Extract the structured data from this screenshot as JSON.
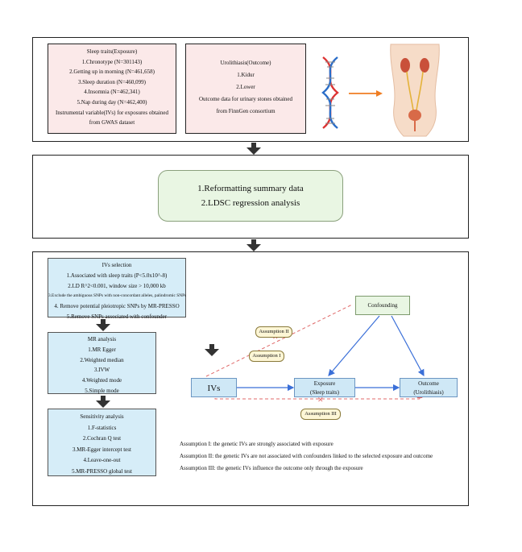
{
  "top": {
    "exposure": {
      "title": "Sleep traits(Exposure)",
      "items": [
        "1.Chronotype  (N=301143)",
        "2.Getting up in morning  (N=461,658)",
        "3.Sleep duration  (N=460,099)",
        "4.Insomnia  (N=462,341)",
        "5.Nap during day  (N=462,400)",
        "Instrumental variable(IVs) for exposures obtained",
        "from GWAS dataset"
      ]
    },
    "outcome": {
      "title": "Urolithiasis(Outcome)",
      "items": [
        "1.Kidur",
        "2.Lower",
        "Outcome  data for urinary stones obtained",
        "from FinnGen consortium"
      ]
    }
  },
  "middle": {
    "lines": [
      "1.Reformatting summary data",
      "2.LDSC regression analysis"
    ]
  },
  "bottom": {
    "ivs": {
      "title": "IVs selection",
      "items": [
        "1.Associated with sleep traits (P<5.0x10^-8)",
        "2.LD R^2<0.001, window size > 10,000 kb",
        "3.Exclude the ambiguous SNPs with non-concordant alleles, palindromic SNPs",
        "4. Remove potential pleiotropic SNPs by MR-PRESSO",
        "5.Remove SNPs associated with confounder"
      ]
    },
    "mr": {
      "title": "MR analysis",
      "items": [
        "1.MR Egger",
        "2.Weighted median",
        "3.IVW",
        "4.Weighted mode",
        "5.Simple mode"
      ]
    },
    "sens": {
      "title": "Sensitivity analysis",
      "items": [
        "1.F-statistics",
        "2.Cochran Q test",
        "3.MR-Egger intercept test",
        "4.Leave-one-out",
        "5.MR-PRESSO global test"
      ]
    },
    "dag": {
      "ivs": "IVs",
      "exposure": [
        "Exposure",
        "(Sleep traits)"
      ],
      "outcome": [
        "Outcome",
        "(Urolithiasis)"
      ],
      "confounding": "Confounding",
      "assumption1": "Assumption I",
      "assumption2": "Assumption II",
      "assumption3": "Assumption III"
    },
    "notes": [
      "Assumption I: the genetic IVs are strongly associated with exposure",
      "Assumption II: the genetic IVs are not associated with confounders linked to the selected exposure and outcome",
      "Assumption III: the genetic IVs influence the outcome only through the exposure"
    ]
  },
  "colors": {
    "pink_box": "#fbe9e9",
    "blue_box": "#d6edf8",
    "green_box": "#e9f6e3",
    "pill": "#fdf6d6",
    "arrow_blue": "#3a6fd8",
    "dashed_red": "#e06a6a"
  },
  "icons": [
    "dna-helix-icon",
    "urinary-system-icon",
    "orange-arrow-icon",
    "down-arrow-icon"
  ]
}
